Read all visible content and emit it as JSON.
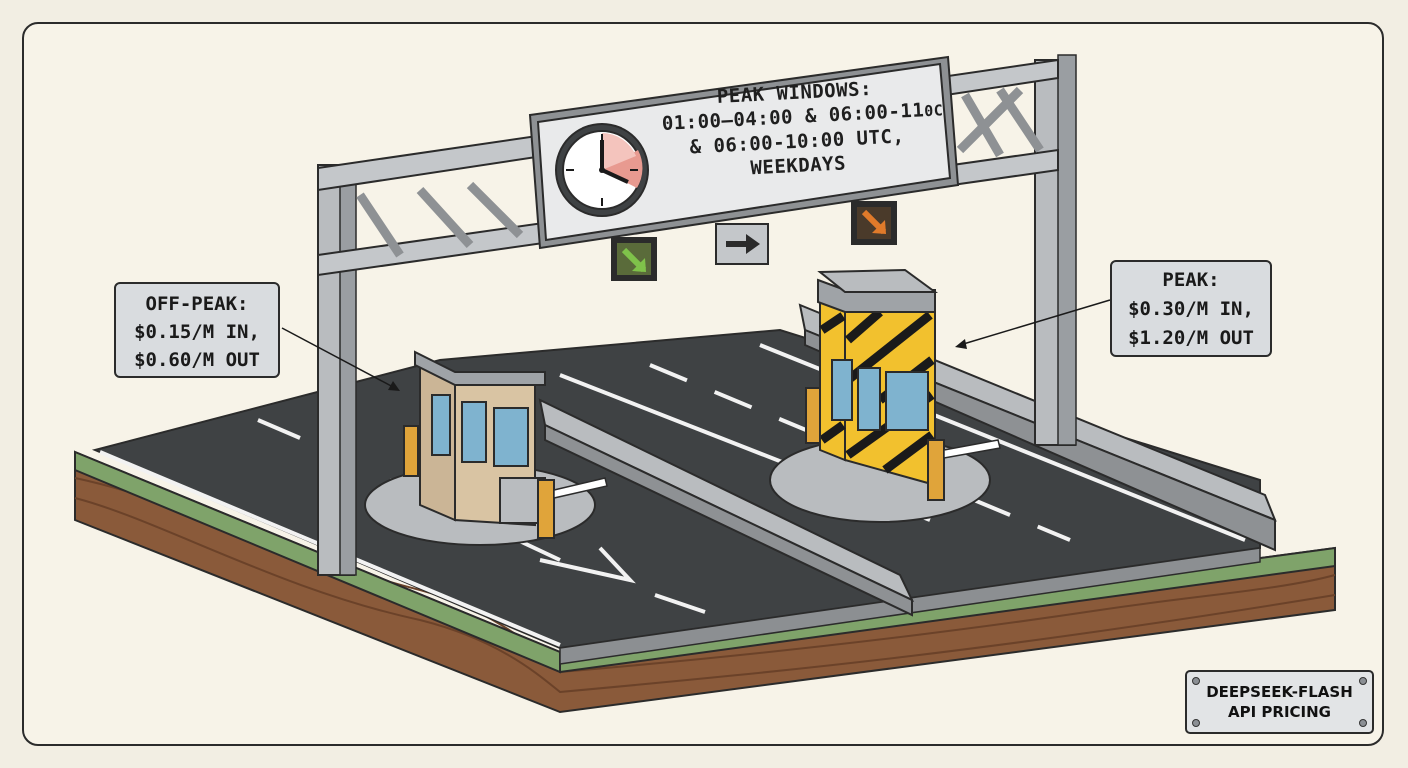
{
  "sign": {
    "line1": "PEAK WINDOWS:",
    "line2": "01:00–04:00 & 06:00-11",
    "line2_tail": "0C",
    "line3": "& 06:00-10:00 UTC,",
    "line4": "WEEKDAYS"
  },
  "off_peak": {
    "title": "OFF-PEAK:",
    "input_price": "$0.15/M IN,",
    "output_price": "$0.60/M OUT"
  },
  "peak": {
    "title": "PEAK:",
    "input_price": "$0.30/M IN,",
    "output_price": "$1.20/M OUT"
  },
  "plaque": {
    "line1": "DEEPSEEK-FLASH",
    "line2": "API PRICING"
  },
  "colors": {
    "asphalt": "#3f4244",
    "grass": "#7fa36a",
    "soil": "#8a5a3a",
    "hazard_yellow": "#f2c12e",
    "clock_peak_wedge": "#e89a90"
  }
}
